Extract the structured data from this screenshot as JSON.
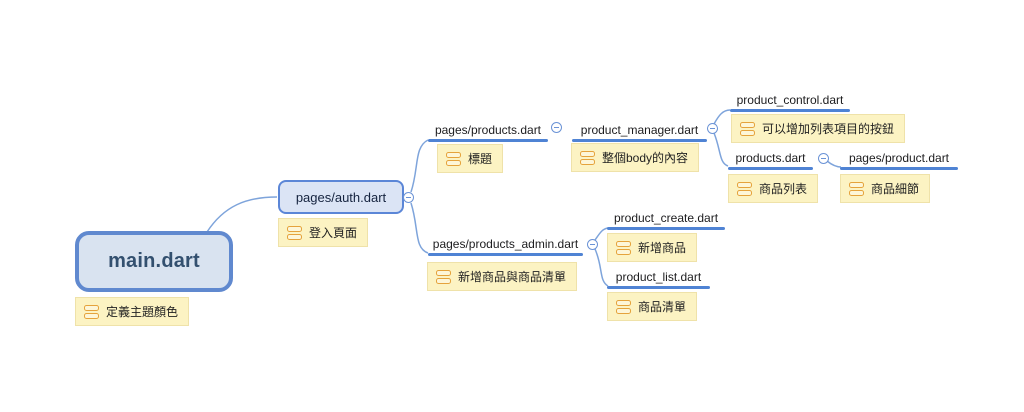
{
  "nodes": {
    "main": {
      "label": "main.dart",
      "note": "定義主題顏色"
    },
    "auth": {
      "label": "pages/auth.dart",
      "note": "登入頁面"
    },
    "products": {
      "label": "pages/products.dart",
      "note": "標題"
    },
    "product_manager": {
      "label": "product_manager.dart",
      "note": "整個body的內容"
    },
    "product_control": {
      "label": "product_control.dart",
      "note": "可以增加列表項目的按鈕"
    },
    "products_dart": {
      "label": "products.dart",
      "note": "商品列表"
    },
    "pages_product": {
      "label": "pages/product.dart",
      "note": "商品細節"
    },
    "products_admin": {
      "label": "pages/products_admin.dart",
      "note": "新增商品與商品清單"
    },
    "product_create": {
      "label": "product_create.dart",
      "note": "新增商品"
    },
    "product_list": {
      "label": "product_list.dart",
      "note": "商品清單"
    }
  },
  "icons": {
    "collapse": "minus-circle",
    "note": "stacked-notes"
  },
  "colors": {
    "background": "#ffffff",
    "root_fill": "#d9e3f0",
    "root_border": "#6089cf",
    "root_text": "#33506f",
    "branch_fill": "#dbe4f5",
    "branch_border": "#5b86d7",
    "topic_underline": "#4f83d4",
    "connector": "#7ea4db",
    "note_fill": "#fcf3c3",
    "note_border": "#efe2a9",
    "note_icon": "#e5a33c",
    "label_text": "#1c1c1e"
  }
}
